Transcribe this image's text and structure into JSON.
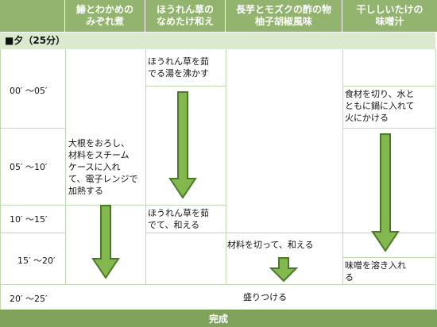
{
  "headers": {
    "dish1": "鰆とわかめの\nみぞれ煮",
    "dish2": "ほうれん草の\nなめたけ和え",
    "dish3": "長芋とモズクの酢の物\n柚子胡椒風味",
    "dish4": "干ししいたけの\n味噌汁"
  },
  "section_title": "■夕（25分）",
  "times": [
    "00′ ～05′",
    "05′ ～10′",
    "10′ ～15′",
    "15′ ～20′",
    "20′ ～25′"
  ],
  "steps": {
    "dish2_step1": "ほうれん草を茹\nでる湯を沸かす",
    "dish4_step1": "食材を切り、水と\nともに鍋に入れて\n火にかける",
    "dish1_step1": "大根をおろし、\n材料をスチーム\nケースに入れ\nて、電子レンジで\n加熱する",
    "dish2_step2": "ほうれん草を茹\nでて、和える",
    "dish3_step1": "材料を切って、和える",
    "dish4_step2": "味噌を溶き入れ\nる",
    "all_step": "盛りつける"
  },
  "footer": "完成",
  "colors": {
    "header_bg": "#93b46e",
    "section_bg": "#dbe9cf",
    "footer_bg": "#7fa35a",
    "arrow_fill": "#83b84e",
    "arrow_stroke": "#4a7a27",
    "grid": "#c3d8b2"
  }
}
